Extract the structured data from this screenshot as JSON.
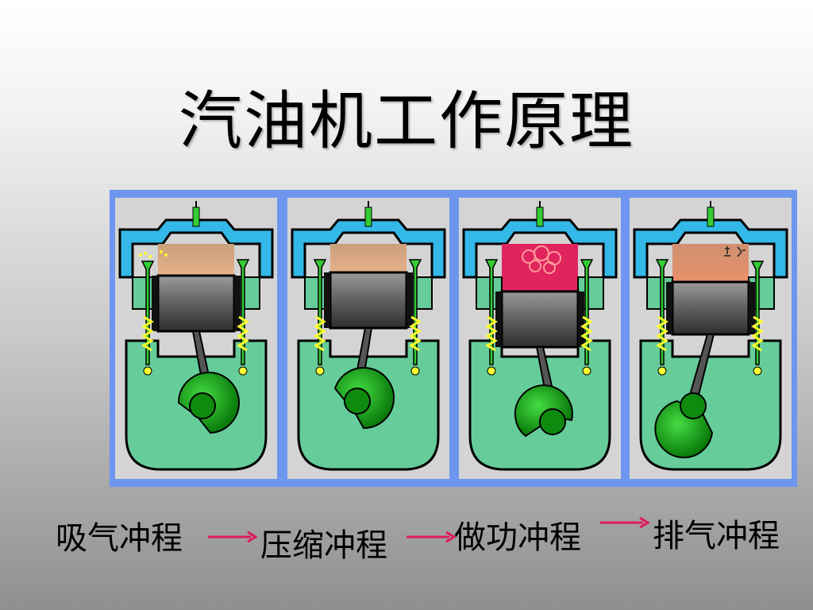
{
  "title": "汽油机工作原理",
  "colors": {
    "frame": "#6f96ee",
    "panel_bg": "#d4d4d4",
    "cooling_jacket": "#33b8e8",
    "crankcase": "#66cc99",
    "valve": "#33cc33",
    "spring": "#ffff33",
    "arrow": "#e0195a",
    "combustion": "#e0245e"
  },
  "strokes": [
    {
      "label": "吸气冲程"
    },
    {
      "label": "压缩冲程"
    },
    {
      "label": "做功冲程"
    },
    {
      "label": "排气冲程"
    }
  ]
}
